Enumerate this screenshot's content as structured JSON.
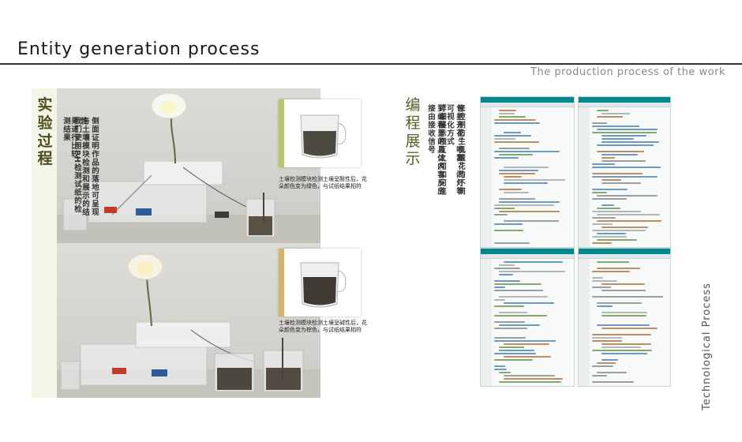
{
  "header": {
    "title": "Entity generation process",
    "subtitle": "The production process of the work"
  },
  "experiment": {
    "heading": "实验过程",
    "text_col1": "侧面证明作品的落地可呈现性",
    "text_col2": "与土壤模块检测和展示的结果进行比较",
    "text_col3": "我们使用PH检测试纸的检测结果",
    "caption1": "土壤检测模块检测土壤呈酸性后，花朵颜色变为绿色，与试纸结果相符",
    "caption2": "土壤检测模块检测土壤呈碱性后，花朵颜色变为棕色，与试纸结果相符"
  },
  "programming": {
    "heading": "编程展示",
    "text_col1": "包括开花，喷雾，闪灯等",
    "text_col2": "来控制仿生机械花的不同可视化方式",
    "text_col3": "到编程里的具体内容反应",
    "text_col4": "详细展示相互之间如何连接由接收信号"
  },
  "side": {
    "label": "Technological Process"
  },
  "colors": {
    "accent_green": "#4a4f1b",
    "ide_teal": "#00878f",
    "rule": "#333333"
  }
}
